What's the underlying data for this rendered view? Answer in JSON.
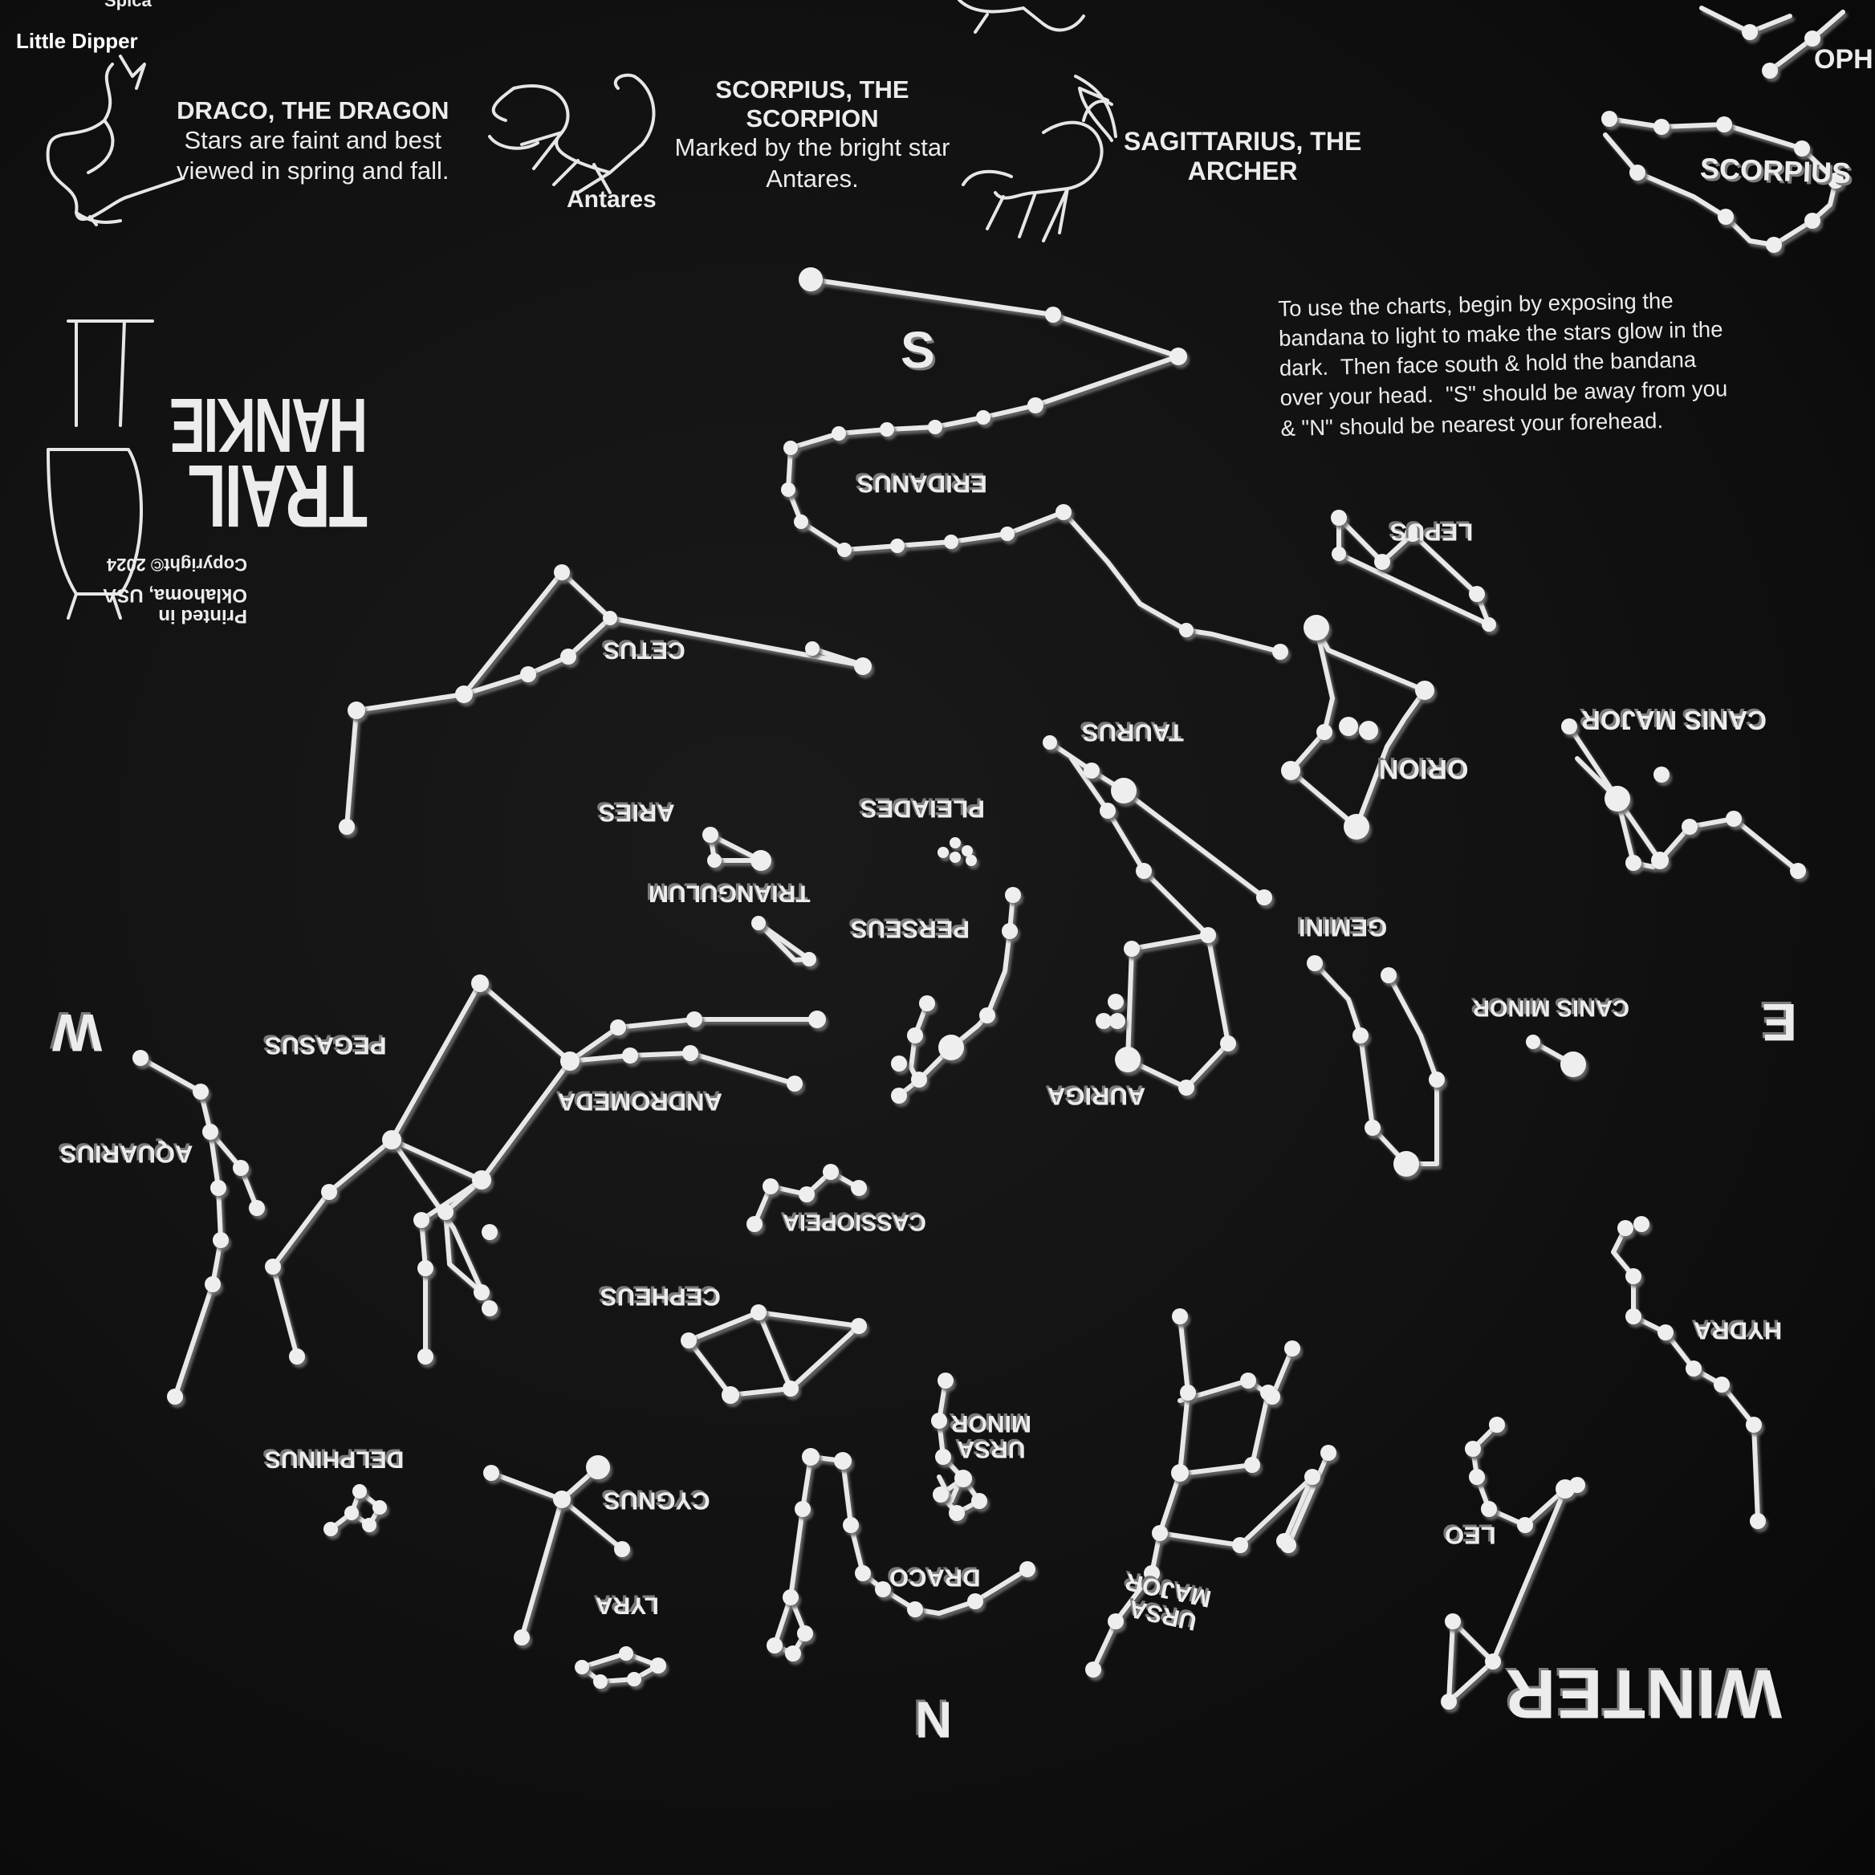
{
  "colors": {
    "background": "#111111",
    "ink": "#ececec",
    "shadow": "#7a7a7a"
  },
  "header_panel": {
    "little_dipper": "Little\nDipper",
    "spica": "Spica",
    "draco": {
      "title": "DRACO, THE DRAGON",
      "text": "Stars are faint and best\nviewed in spring and fall."
    },
    "scorpius": {
      "title": "SCORPIUS, THE\nSCORPION",
      "text": "Marked by the bright star\nAntares.",
      "star": "Antares"
    },
    "sagittarius": {
      "title": "SAGITTARIUS, THE\nARCHER"
    },
    "oph": "OPH",
    "scorpius_label": "SCORPIUS"
  },
  "instructions": "To use the charts, begin by exposing the\nbandana to light to make the stars glow in the\ndark.  Then face south & hold the bandana\nover your head.  \"S\" should be away from you\n& \"N\" should be nearest your forehead.",
  "brand": {
    "line1": "TRAIL",
    "line2": "HANKIE",
    "printed": "Printed in\nOklahoma, USA",
    "copyright": "Copyright© 2024"
  },
  "compass": {
    "south": "S",
    "north": "N",
    "east": "E",
    "west": "W"
  },
  "season": "WINTER",
  "constellations": {
    "eridanus": "ERIDANUS",
    "lepus": "LEPUS",
    "cetus": "CETUS",
    "orion": "ORION",
    "canis_major": "CANIS MAJOR",
    "taurus": "TAURUS",
    "aries": "ARIES",
    "pleiades": "PLEIADES",
    "triangulum": "TRIANGULUM",
    "perseus": "PERSEUS",
    "gemini": "GEMINI",
    "canis_minor": "CANIS MINOR",
    "pegasus": "PEGASUS",
    "andromeda": "ANDROMEDA",
    "auriga": "AURIGA",
    "aquarius": "AQUARIUS",
    "cassiopeia": "CASSIOPEIA",
    "cepheus": "CEPHEUS",
    "hydra": "HYDRA",
    "ursa_minor": "URSA\nMINOR",
    "delphinus": "DELPHINUS",
    "cygnus": "CYGNUS",
    "leo": "LEO",
    "draco": "DRACO",
    "ursa_major": "URSA\nMAJOR",
    "lyra": "LYRA"
  }
}
